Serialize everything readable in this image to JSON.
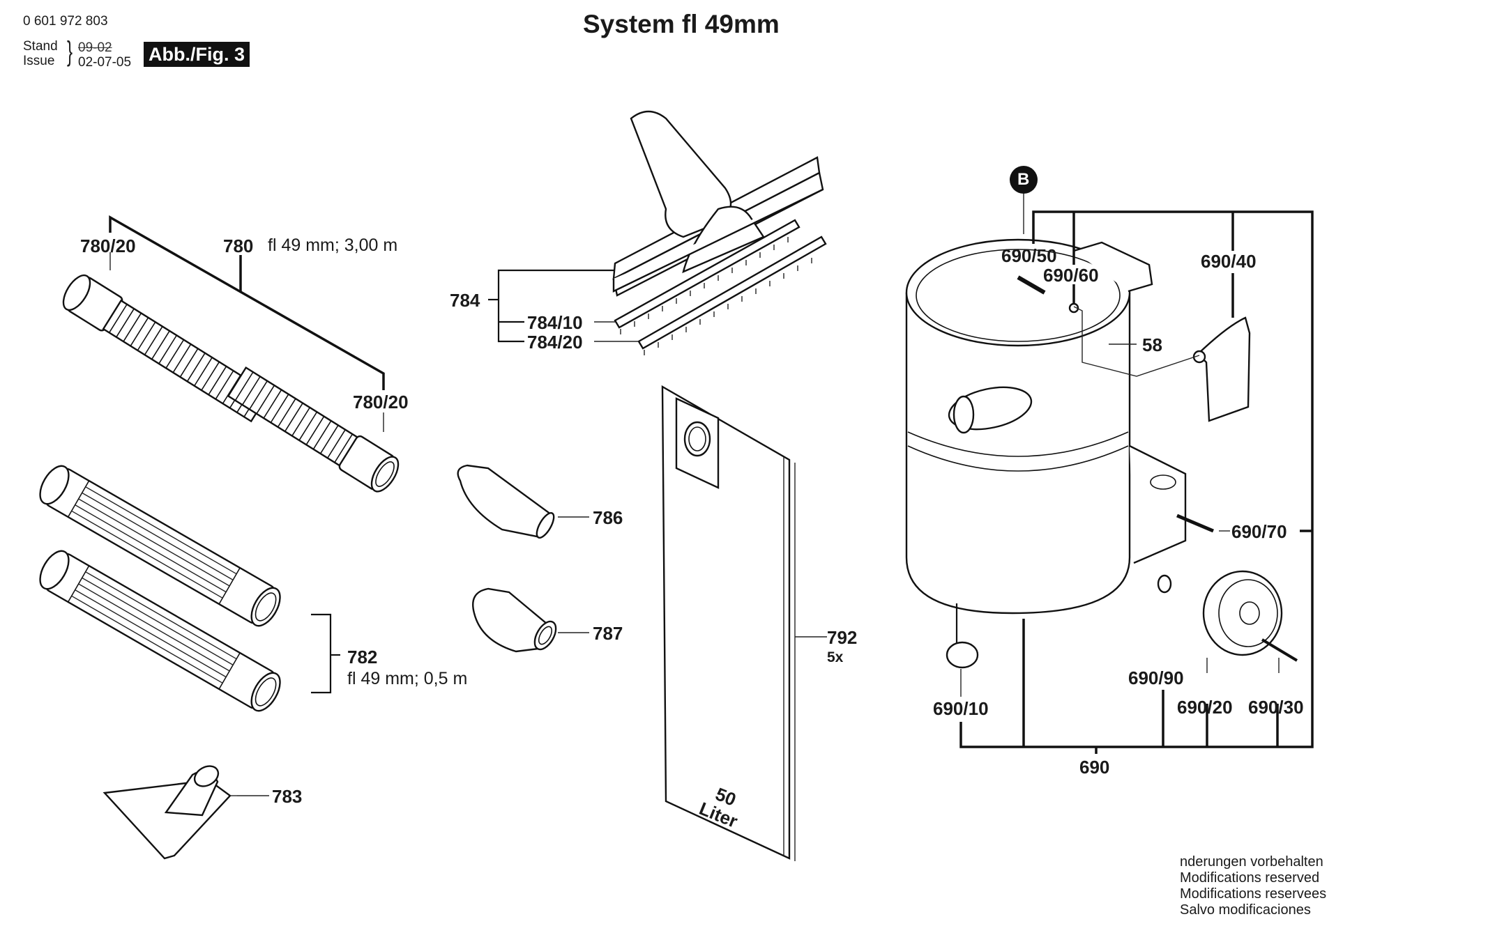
{
  "header": {
    "part_number": "0 601 972 803",
    "stand_label": "Stand",
    "issue_label": "Issue",
    "old_date": "09-02",
    "issue_date": "02-07-05",
    "figure_badge": "Abb./Fig. 3",
    "title": "System fl 49mm"
  },
  "callouts": {
    "p780_20_a": "780/20",
    "p780": "780",
    "p780_spec": "fl 49 mm; 3,00 m",
    "p780_20_b": "780/20",
    "p782": "782",
    "p782_spec": "fl 49 mm; 0,5 m",
    "p783": "783",
    "p784": "784",
    "p784_10": "784/10",
    "p784_20": "784/20",
    "p786": "786",
    "p787": "787",
    "p792": "792",
    "p792_qty": "5x",
    "bag_capacity_value": "50",
    "bag_capacity_unit": "Liter",
    "marker_b": "B",
    "p690_50": "690/50",
    "p690_60": "690/60",
    "p690_40": "690/40",
    "p58": "58",
    "p690_70": "690/70",
    "p690_90": "690/90",
    "p690_10": "690/10",
    "p690_20": "690/20",
    "p690_30": "690/30",
    "p690": "690"
  },
  "footer_notes": [
    "nderungen vorbehalten",
    "Modifications reserved",
    "Modifications reservees",
    "Salvo modificaciones"
  ]
}
